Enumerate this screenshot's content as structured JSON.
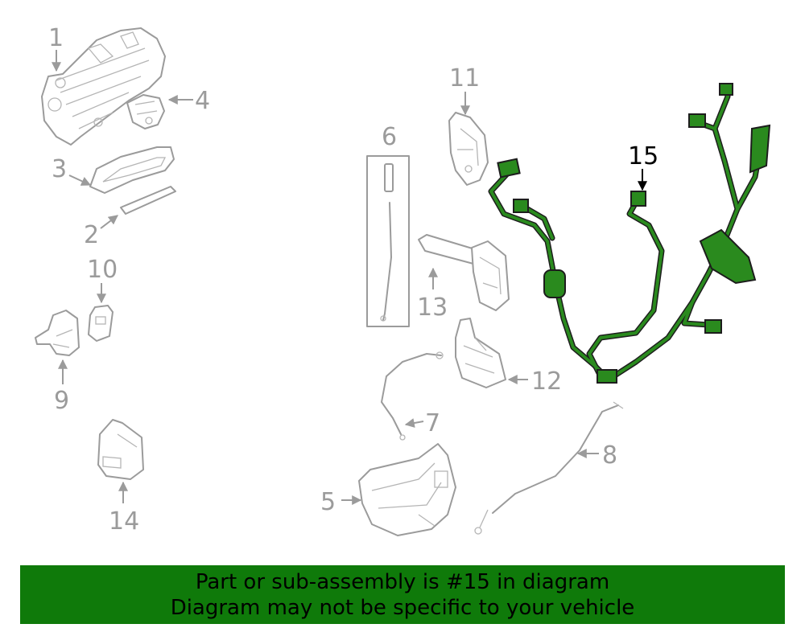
{
  "callouts": {
    "c1": "1",
    "c2": "2",
    "c3": "3",
    "c4": "4",
    "c5": "5",
    "c6": "6",
    "c7": "7",
    "c8": "8",
    "c9": "9",
    "c10": "10",
    "c11": "11",
    "c12": "12",
    "c13": "13",
    "c14": "14",
    "c15": "15"
  },
  "highlight_part": "15",
  "colors": {
    "banner_bg": "#0f7a0a",
    "highlight": "#2a8a1e",
    "line_art": "#9b9b9b"
  },
  "banner": {
    "line1": "Part or sub-assembly is #15 in diagram",
    "line2": "Diagram may not be specific to your vehicle"
  }
}
